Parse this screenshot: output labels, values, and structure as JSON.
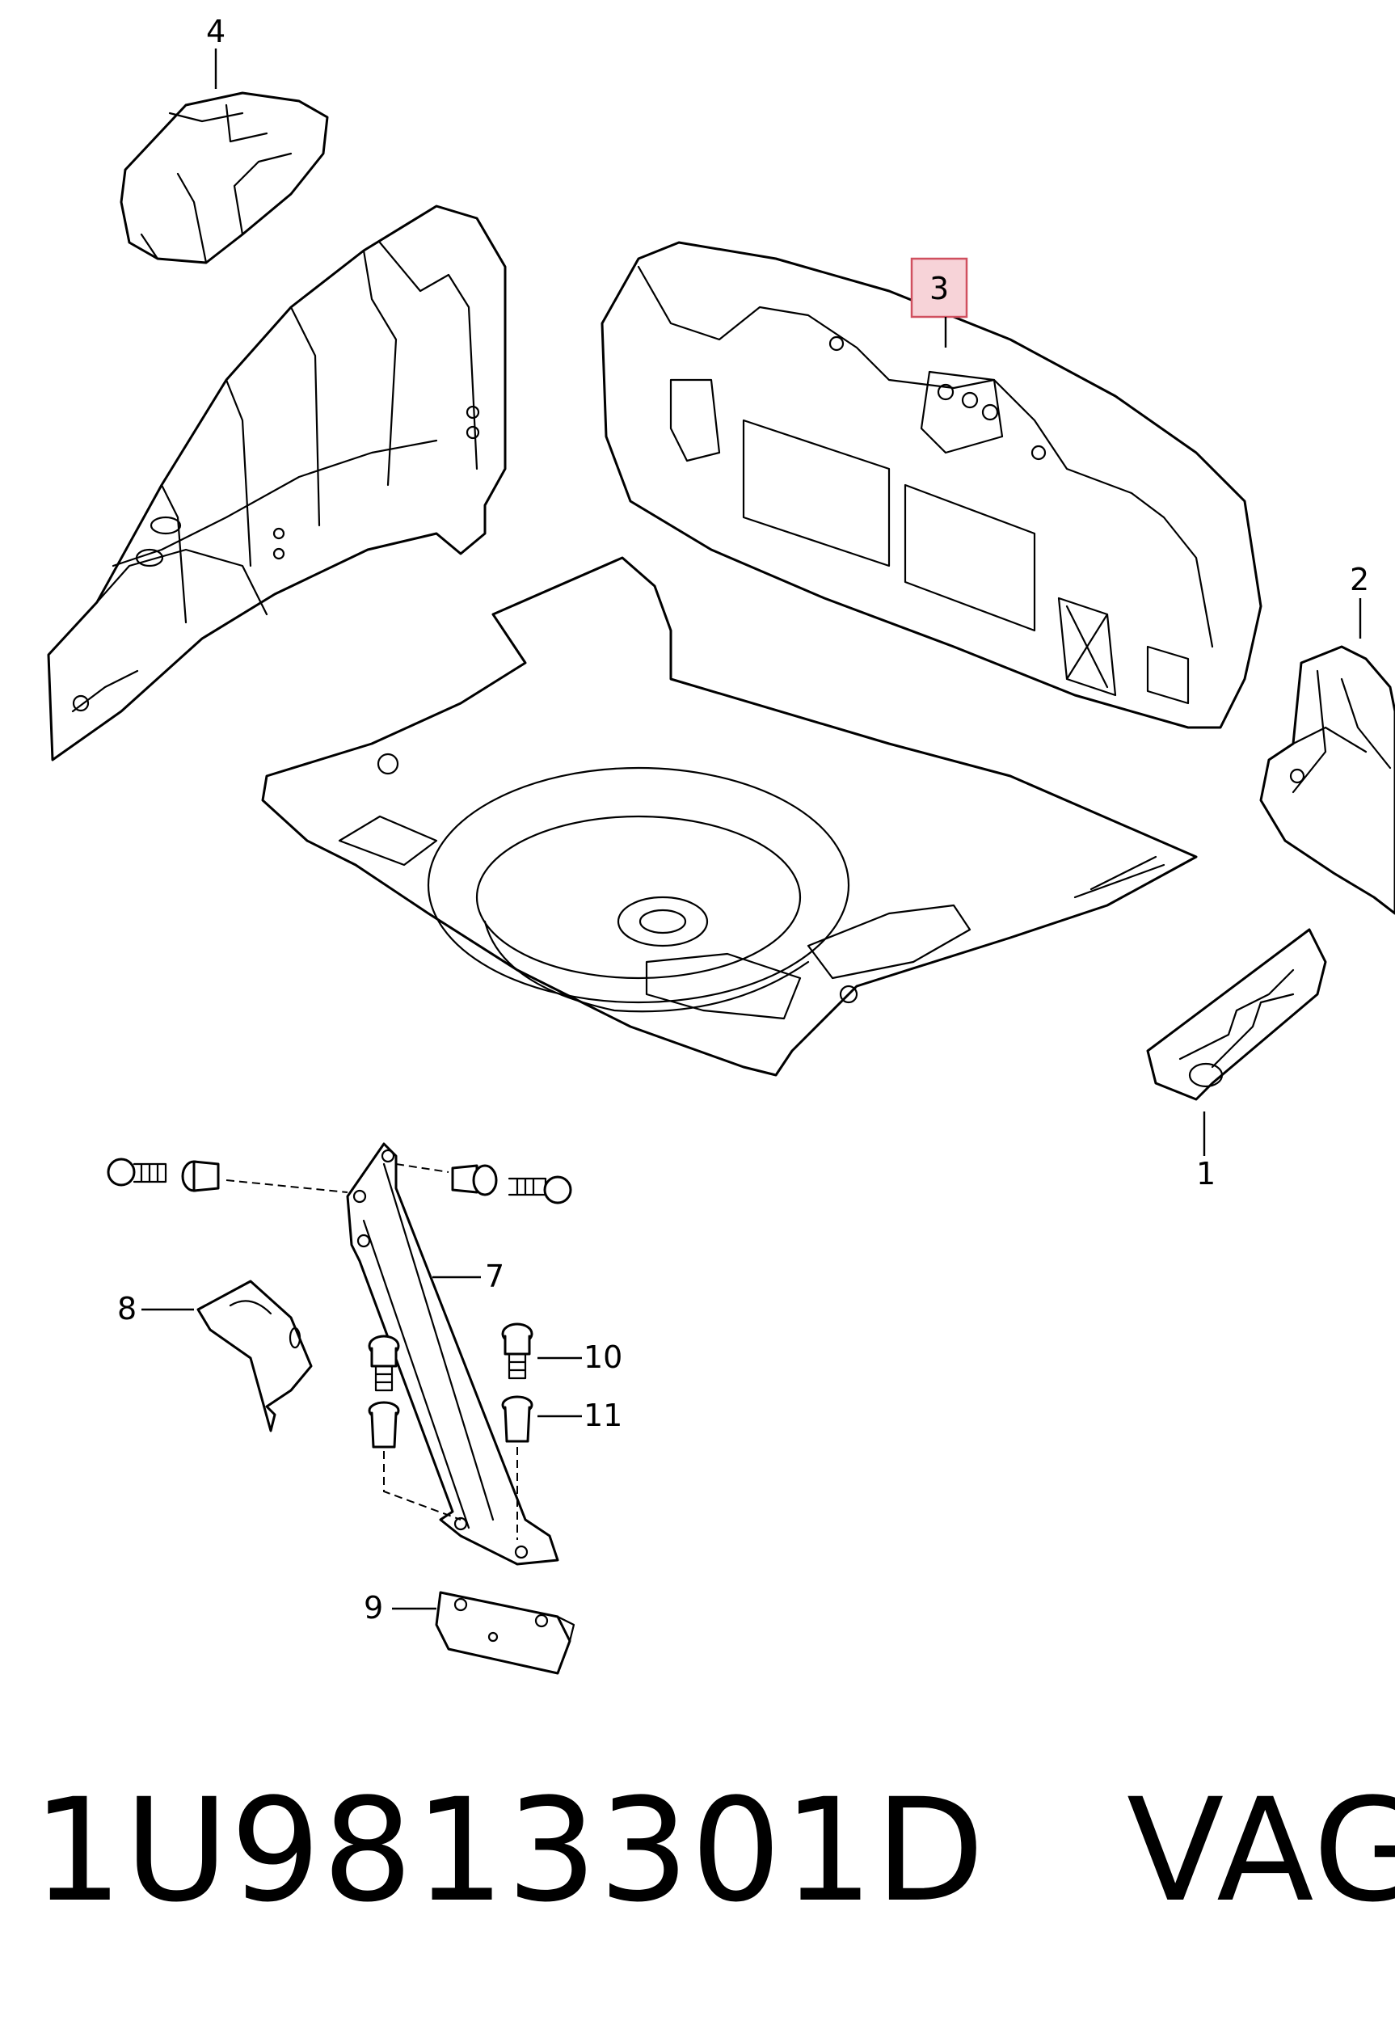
{
  "callouts": {
    "c1": "1",
    "c2": "2",
    "c3": "3",
    "c4": "4",
    "c7": "7",
    "c8": "8",
    "c9": "9",
    "c10": "10",
    "c11": "11"
  },
  "highlighted_callout": "3",
  "highlight_color": "#f7d3d8",
  "footer": {
    "part_number": "1U9813301D",
    "brand": "VAG"
  }
}
